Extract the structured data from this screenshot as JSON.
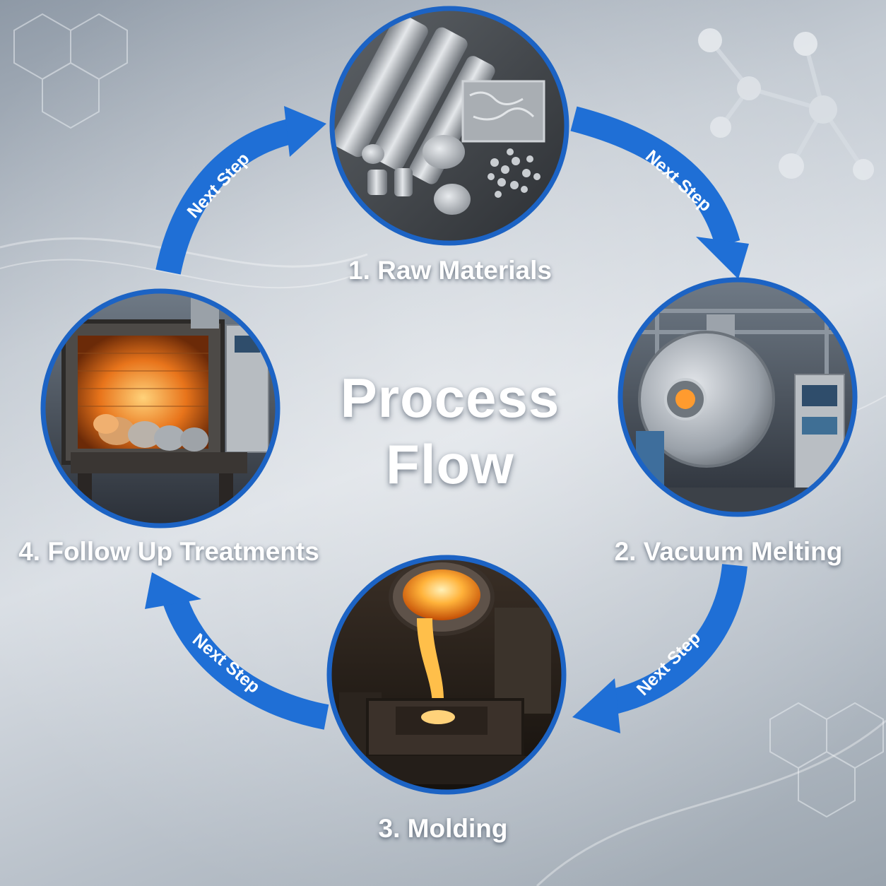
{
  "title_lines": [
    "Process",
    "Flow"
  ],
  "steps": [
    {
      "label": "1. Raw Materials"
    },
    {
      "label": "2. Vacuum Melting"
    },
    {
      "label": "3. Molding"
    },
    {
      "label": "4. Follow Up Treatments"
    }
  ],
  "arrows": [
    {
      "label": "Next Step"
    },
    {
      "label": "Next Step"
    },
    {
      "label": "Next Step"
    },
    {
      "label": "Next Step"
    }
  ],
  "colors": {
    "arrow": "#1f6fd6",
    "ring": "#1c63c4",
    "text": "#ffffff"
  }
}
